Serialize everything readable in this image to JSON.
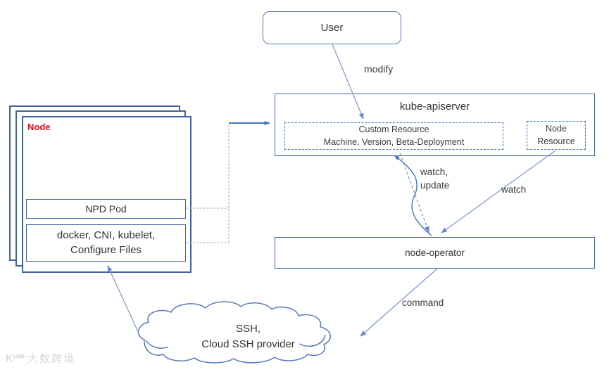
{
  "diagram": {
    "user": {
      "label": "User"
    },
    "apiserver": {
      "title": "kube-apiserver",
      "custom_resource": {
        "line1": "Custom Resource",
        "line2": "Machine, Version, Beta-Deployment"
      },
      "node_resource": {
        "line1": "Node",
        "line2": "Resource"
      }
    },
    "node_stack": {
      "label": "Node",
      "npd_pod": "NPD Pod",
      "runtime_line1": "docker, CNI, kubelet,",
      "runtime_line2": "Configure Files"
    },
    "node_operator": {
      "label": "node-operator"
    },
    "cloud": {
      "line1": "SSH,",
      "line2": "Cloud SSH provider"
    },
    "edge_labels": {
      "modify": "modify",
      "watch_update_line1": "watch,",
      "watch_update_line2": "update",
      "watch": "watch",
      "command": "command"
    },
    "watermark": {
      "logo": "K¹⁰⁰",
      "text": "大数跨境"
    },
    "colors": {
      "box_border": "#41639d",
      "light_border": "#5b7ab8",
      "arrow": "#4472c4",
      "thin_arrow": "#7a96cf",
      "dashed_connector": "#9ab0dc",
      "node_label_red": "#e8111a"
    }
  }
}
